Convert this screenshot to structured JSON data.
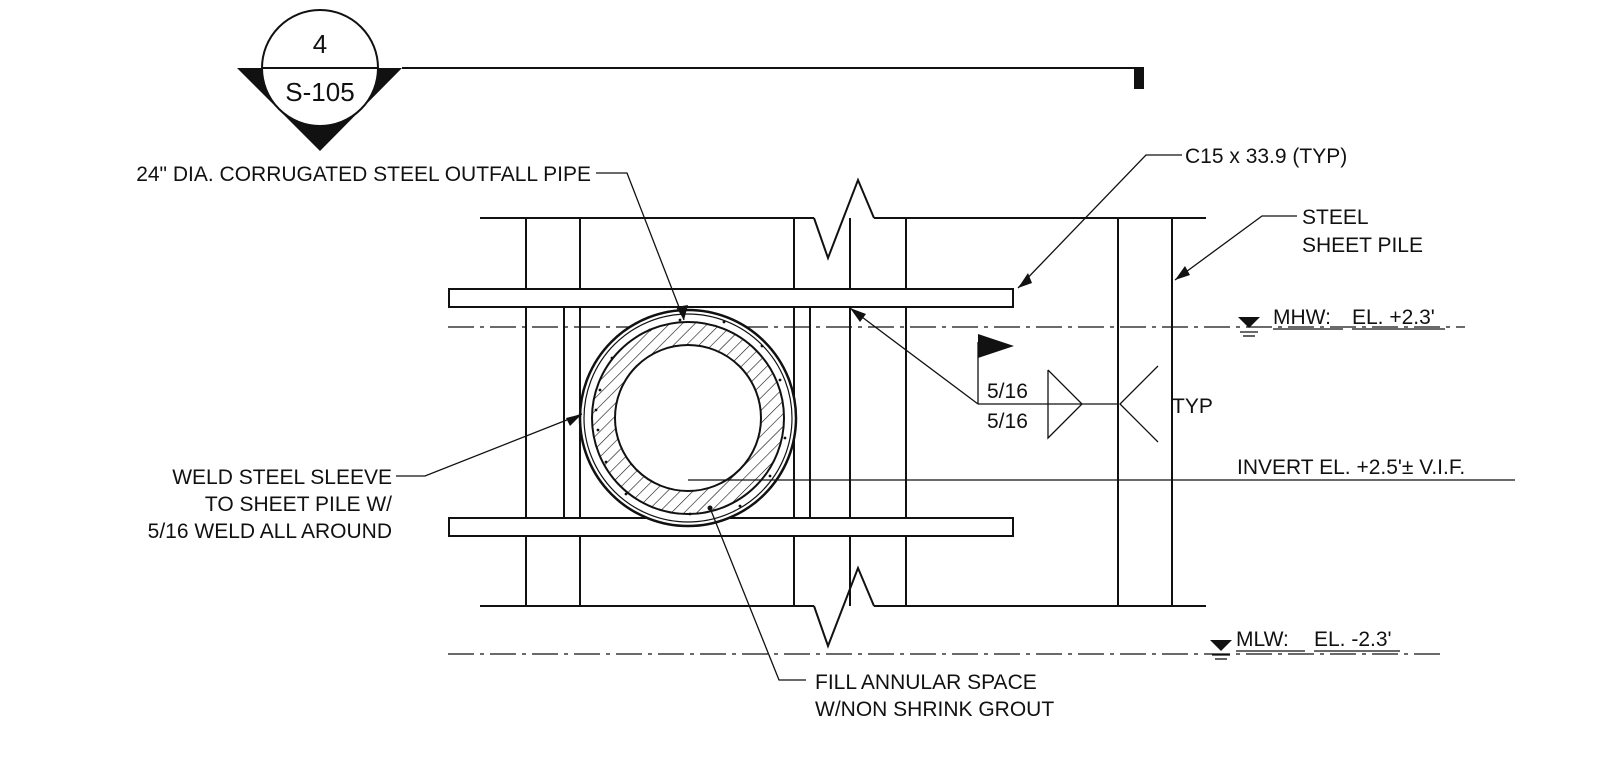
{
  "section_tag": {
    "number": "4",
    "sheet": "S-105"
  },
  "callouts": {
    "pipe": "24\" DIA. CORRUGATED STEEL OUTFALL PIPE",
    "channel": "C15 x 33.9 (TYP)",
    "sheet_pile_line1": "STEEL",
    "sheet_pile_line2": "SHEET PILE",
    "sleeve_line1": "WELD STEEL SLEEVE",
    "sleeve_line2": "TO SHEET PILE W/",
    "sleeve_line3": "5/16 WELD ALL AROUND",
    "grout_line1": "FILL ANNULAR SPACE",
    "grout_line2": "W/NON SHRINK GROUT",
    "invert": "INVERT EL. +2.5'± V.I.F."
  },
  "water_levels": {
    "mhw_label": "MHW:",
    "mhw_value": "EL. +2.3'",
    "mlw_label": "MLW:",
    "mlw_value": "EL. -2.3'"
  },
  "weld_symbol": {
    "size_top": "5/16",
    "size_bottom": "5/16",
    "note": "TYP"
  }
}
